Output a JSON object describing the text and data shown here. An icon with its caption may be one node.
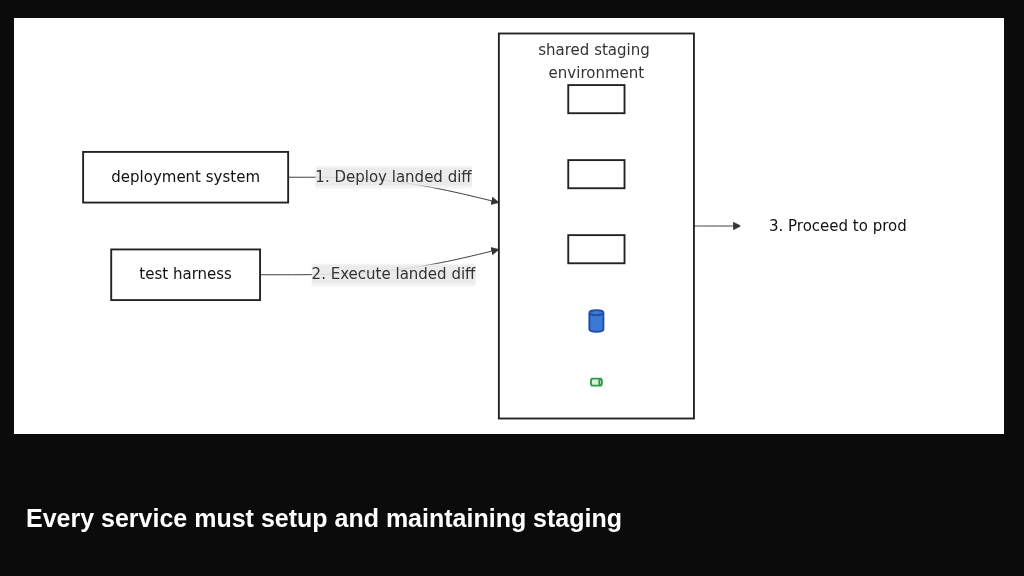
{
  "diagram": {
    "caption": "Every service must setup and maintaining staging",
    "nodes": [
      {
        "text": [
          "deployment system"
        ]
      },
      {
        "text": [
          "shared staging environment"
        ]
      },
      {
        "text": [],
        "shape": "box",
        "in": 1
      },
      {
        "text": [],
        "shape": "box",
        "in": 1
      },
      {
        "text": [],
        "shape": "box",
        "in": 1
      },
      {
        "text": [],
        "shape": "cylinder",
        "in": 1
      },
      {
        "text": [],
        "shape": "cylinder",
        "in": 1
      },
      {
        "text": [
          "test harness"
        ]
      },
      {
        "text": [
          "3. Proceed to prod"
        ]
      }
    ],
    "edges": [
      {
        "from": 0,
        "to": 1,
        "arrow": "to",
        "label": "1. Deploy landed diff"
      },
      {
        "from": 7,
        "to": 1,
        "arrow": "to",
        "label": "2. Execute landed diff"
      },
      {
        "from": 1,
        "to": 8,
        "arrow": "to"
      }
    ]
  }
}
